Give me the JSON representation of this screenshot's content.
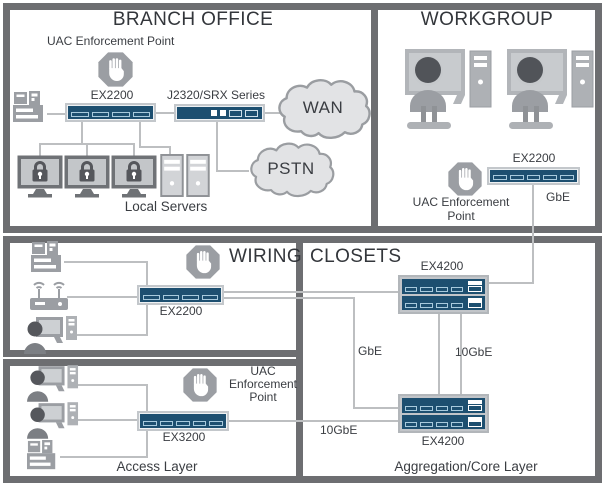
{
  "colors": {
    "device_navy": "#1d4f70",
    "panel_border": "#6d6e71",
    "connector_gray": "#bdbfc1",
    "icon_gray": "#9b9ea3",
    "cloud_fill": "#e2e3e5",
    "text": "#33363b"
  },
  "branch_office": {
    "title": "BRANCH OFFICE",
    "uac_label": "UAC Enforcement Point",
    "switch_label": "EX2200",
    "router_label": "J2320/SRX Series",
    "wan_label": "WAN",
    "pstn_label": "PSTN",
    "local_servers_label": "Local Servers"
  },
  "workgroup": {
    "title": "WORKGROUP",
    "switch_label": "EX2200",
    "uac_line1": "UAC Enforcement",
    "uac_line2": "Point",
    "link_label": "GbE"
  },
  "wiring_closets": {
    "title_left": "WIRING",
    "title_right": "CLOSETS",
    "top_switch_label": "EX2200",
    "bottom_switch_label": "EX3200",
    "uac_line1": "UAC",
    "uac_line2": "Enforcement",
    "uac_line3": "Point",
    "access_layer_label": "Access Layer"
  },
  "aggregation": {
    "top_stack_label": "EX4200",
    "bottom_stack_label": "EX4200",
    "gbe_label": "GbE",
    "ten_gbe_label": "10GbE",
    "ten_gbe_bottom_label": "10GbE",
    "layer_label": "Aggregation/Core Layer"
  }
}
